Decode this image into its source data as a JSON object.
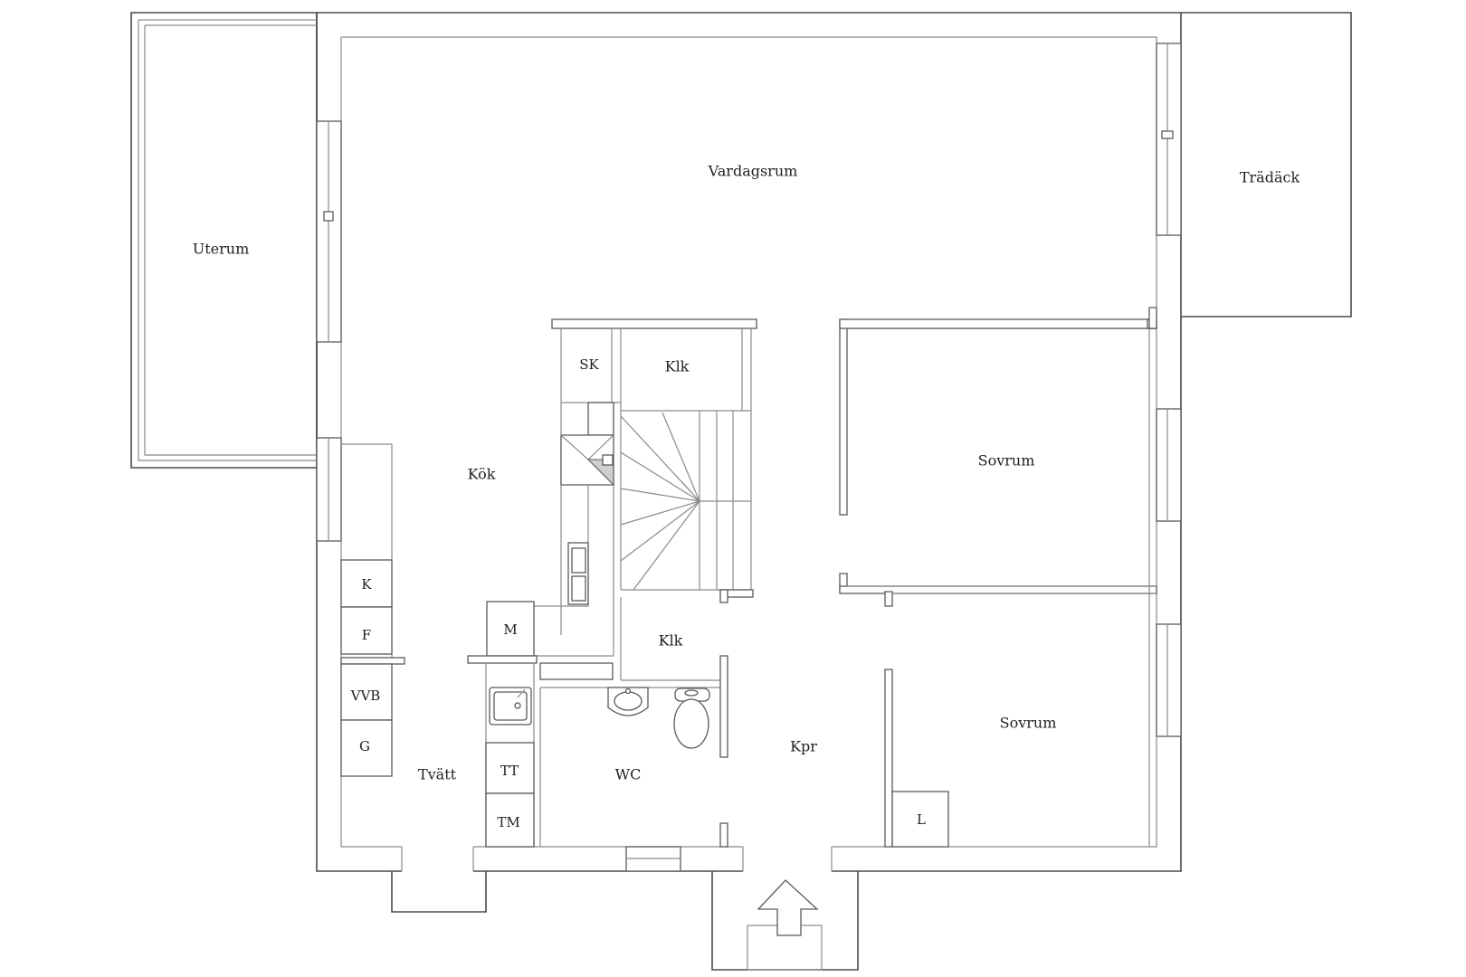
{
  "rooms": {
    "uterum": "Uterum",
    "vardagsrum": "Vardagsrum",
    "tradack": "Trädäck",
    "kok": "Kök",
    "sk": "SK",
    "klk_upper": "Klk",
    "klk_lower": "Klk",
    "sovrum_upper": "Sovrum",
    "sovrum_lower": "Sovrum",
    "kpr": "Kpr",
    "wc": "WC",
    "tvatt": "Tvätt",
    "l": "L"
  },
  "appliances": {
    "k": "K",
    "f": "F",
    "m": "M",
    "vvb": "VVB",
    "g": "G",
    "tt": "TT",
    "tm": "TM"
  }
}
